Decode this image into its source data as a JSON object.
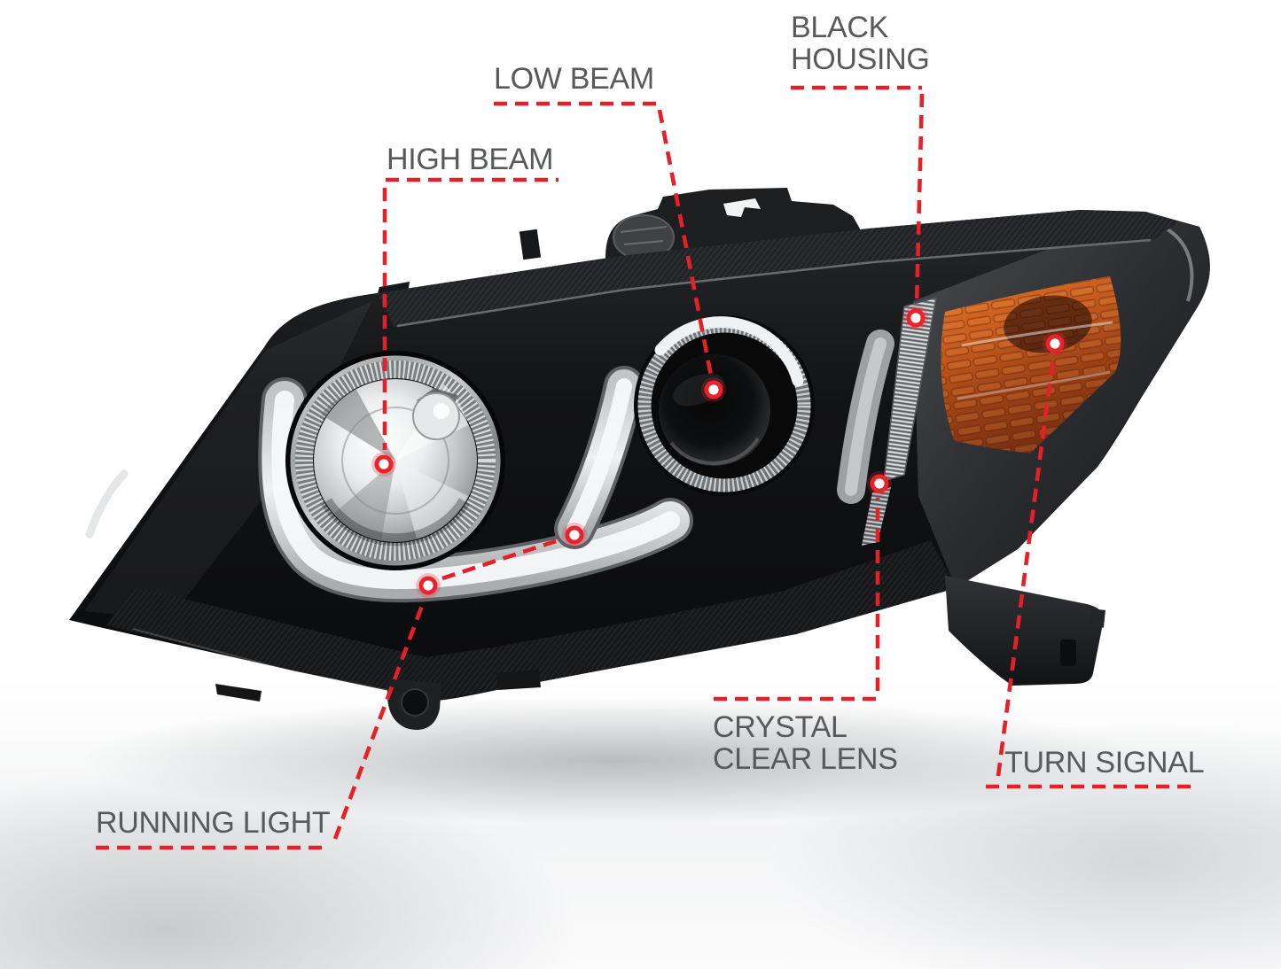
{
  "scene": {
    "subject": "projector headlight assembly, annotated product callout diagram"
  },
  "callouts": [
    {
      "id": "high-beam",
      "label": "HIGH BEAM"
    },
    {
      "id": "low-beam",
      "label": "LOW BEAM"
    },
    {
      "id": "black-housing",
      "label": "BLACK\nHOUSING"
    },
    {
      "id": "turn-signal",
      "label": "TURN SIGNAL"
    },
    {
      "id": "crystal-clear-lens",
      "label": "CRYSTAL\nCLEAR LENS"
    },
    {
      "id": "running-light",
      "label": "RUNNING LIGHT"
    }
  ],
  "style": {
    "accent_red": "#E42129",
    "label_text_color": "#58595B",
    "marker_dot_fill": "#E8232D",
    "marker_dot_center": "#FFFFFF",
    "amber_lens": "#C4581F",
    "housing_black": "#121315",
    "running_light_tube": "#EDEFF0"
  }
}
